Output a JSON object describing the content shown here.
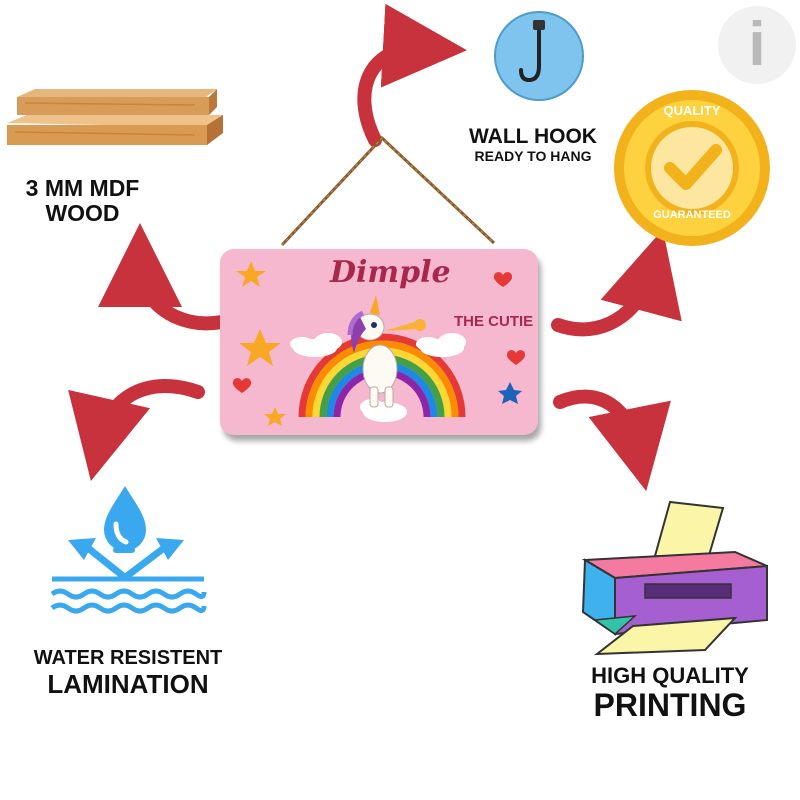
{
  "features": {
    "wood": {
      "line1": "3 MM MDF",
      "line2": "WOOD"
    },
    "hook": {
      "line1": "WALL HOOK",
      "line2": "READY TO HANG"
    },
    "quality": {
      "badge_top": "QUALITY",
      "badge_bottom": "GUARANTEED"
    },
    "lamination": {
      "line1": "WATER RESISTENT",
      "line2": "LAMINATION"
    },
    "printing": {
      "line1": "HIGH QUALITY",
      "line2": "PRINTING"
    }
  },
  "sign": {
    "name": "Dimple",
    "subtitle": "THE CUTIE"
  },
  "brand": {
    "logo_letter": "i"
  },
  "colors": {
    "arrow": "#c8323c",
    "sign_pink": "#f6b8cf",
    "badge_gold": "#f2b21b",
    "water_blue": "#39a8ee",
    "hook_blue": "#7ec4ee"
  }
}
